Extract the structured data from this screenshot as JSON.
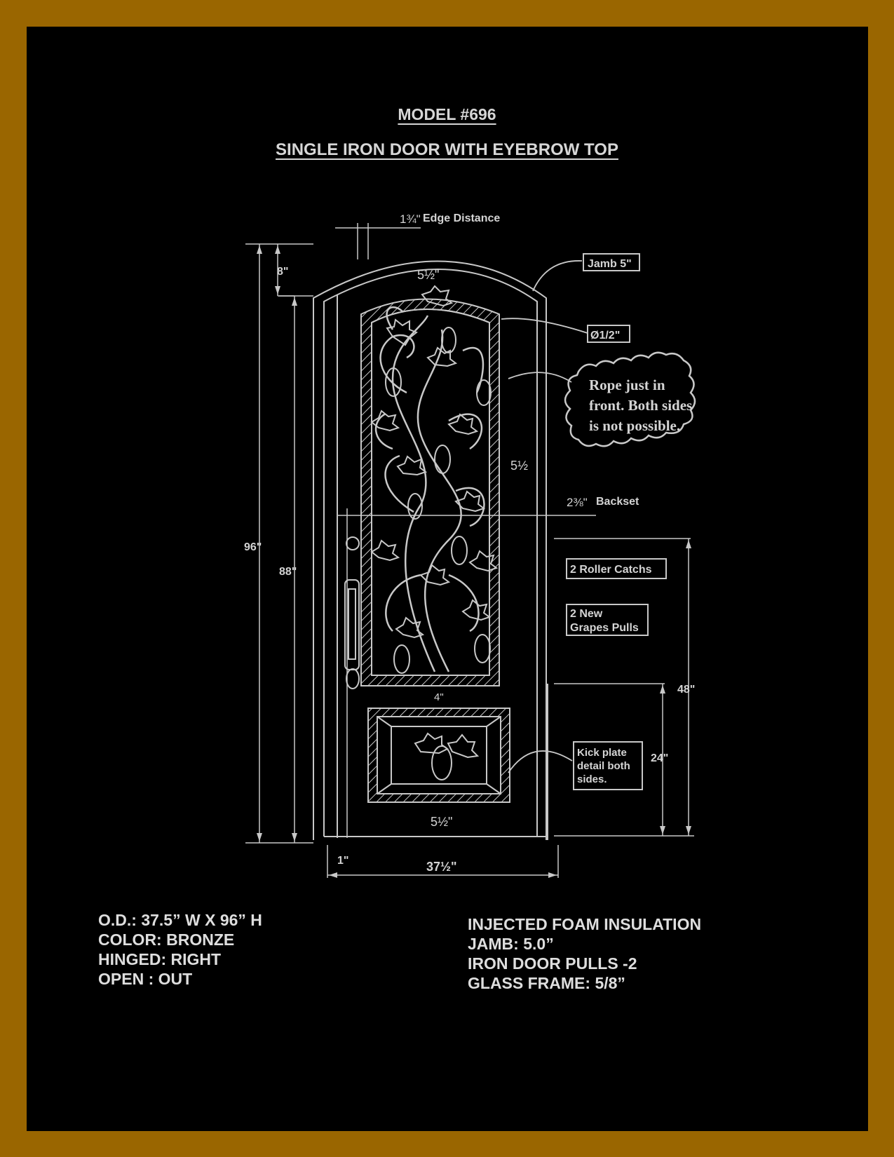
{
  "title": {
    "model": "MODEL #696",
    "description": "SINGLE  IRON  DOOR WITH EYEBROW TOP"
  },
  "dimensions": {
    "edge_distance_value": "1¾\"",
    "edge_distance_label": "Edge Distance",
    "top_rise": "8\"",
    "overall_height": "96\"",
    "slab_height": "88\"",
    "arch_rail": "5½\"",
    "side_stile": "5½",
    "mid_rail": "4\"",
    "bottom_rail": "5½\"",
    "backset_value": "2⅜\"",
    "backset_label": "Backset",
    "pull_height": "48\"",
    "kick_height": "24\"",
    "gap": "1\"",
    "overall_width": "37½\""
  },
  "callouts": {
    "jamb": "Jamb 5\"",
    "rope": "Ø1/2\"",
    "rope_note": [
      "Rope just in",
      "front. Both sides",
      "is not possible."
    ],
    "roller_catch": "2 Roller Catchs",
    "pulls": [
      "2 New",
      "Grapes Pulls"
    ],
    "kick_plate": [
      "Kick plate",
      "detail both",
      "sides."
    ]
  },
  "specs_left": [
    "O.D.: 37.5” W X 96” H",
    "COLOR: BRONZE",
    "HINGED: RIGHT",
    "OPEN : OUT"
  ],
  "specs_right": [
    "INJECTED FOAM INSULATION",
    "JAMB: 5.0”",
    "IRON DOOR PULLS -2",
    "GLASS FRAME: 5/8”"
  ],
  "colors": {
    "border": "#9a6600",
    "background": "#000000",
    "line": "#c8c8c8"
  }
}
